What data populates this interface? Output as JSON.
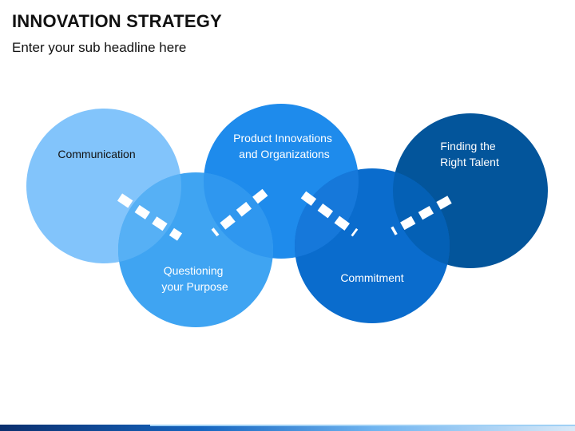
{
  "header": {
    "title": "INNOVATION STRATEGY",
    "subtitle": "Enter your sub headline here"
  },
  "rings": [
    {
      "id": "communication",
      "lines": [
        "Communication"
      ],
      "color": "#82c4fb",
      "text_color": "#111111"
    },
    {
      "id": "questioning",
      "lines": [
        "Questioning",
        "your Purpose"
      ],
      "color": "#3fa4f2",
      "text_color": "#ffffff"
    },
    {
      "id": "product",
      "lines": [
        "Product Innovations",
        "and Organizations"
      ],
      "color": "#1e8bec",
      "text_color": "#ffffff"
    },
    {
      "id": "commitment",
      "lines": [
        "Commitment"
      ],
      "color": "#0a6ccd",
      "text_color": "#ffffff"
    },
    {
      "id": "talent",
      "lines": [
        "Finding the",
        "Right Talent"
      ],
      "color": "#03559b",
      "text_color": "#ffffff"
    }
  ],
  "colors": {
    "overlap_1_2": "#56b0f5",
    "overlap_2_3": "#2f97ef",
    "overlap_3_4": "#1678da",
    "overlap_4_5": "#0460b5"
  }
}
